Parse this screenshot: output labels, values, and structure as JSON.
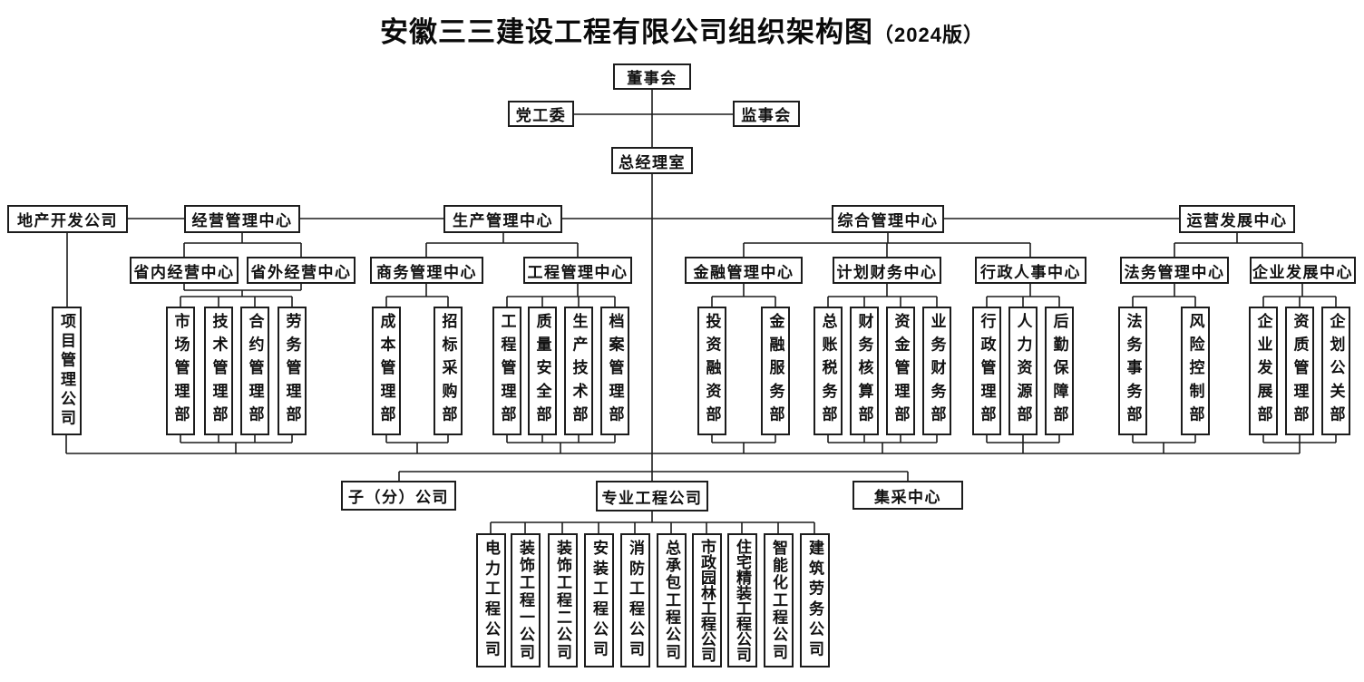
{
  "title": {
    "main": "安徽三三建设工程有限公司组织架构图",
    "edition": "（2024版）"
  },
  "top": {
    "board": "董事会",
    "party_committee": "党工委",
    "supervisory_board": "监事会",
    "gm_office": "总经理室"
  },
  "centers": {
    "real_estate": "地产开发公司",
    "business_mgmt": "经营管理中心",
    "production_mgmt": "生产管理中心",
    "general_mgmt": "综合管理中心",
    "operation_dev": "运营发展中心"
  },
  "subcenters": {
    "provincial": "省内经营中心",
    "out_province": "省外经营中心",
    "commerce": "商务管理中心",
    "engineering": "工程管理中心",
    "finance": "金融管理中心",
    "planning_finance": "计划财务中心",
    "admin_hr": "行政人事中心",
    "legal": "法务管理中心",
    "enterprise_dev": "企业发展中心"
  },
  "departments": {
    "project_company": "项目管理公司",
    "business": [
      "市场管理部",
      "技术管理部",
      "合约管理部",
      "劳务管理部"
    ],
    "commerce": [
      "成本管理部",
      "招标采购部"
    ],
    "engineering": [
      "工程管理部",
      "质量安全部",
      "生产技术部",
      "档案管理部"
    ],
    "finance": [
      "投资融资部",
      "金融服务部"
    ],
    "planning": [
      "总账税务部",
      "财务核算部",
      "资金管理部",
      "业务财务部"
    ],
    "admin": [
      "行政管理部",
      "人力资源部",
      "后勤保障部"
    ],
    "legal": [
      "法务事务部",
      "风险控制部"
    ],
    "enterprise": [
      "企业发展部",
      "资质管理部",
      "企划公关部"
    ]
  },
  "bottom": {
    "subsidiaries": "子（分）公司",
    "professional": "专业工程公司",
    "procurement_center": "集采中心"
  },
  "companies": [
    "电力工程公司",
    "装饰工程一公司",
    "装饰工程二公司",
    "安装工程公司",
    "消防工程公司",
    "总承包工程公司",
    "市政园林工程公司",
    "住宅精装工程公司",
    "智能化工程公司",
    "建筑劳务公司"
  ],
  "colors": {
    "line": "#1c1c1c",
    "text": "#111111",
    "background": "#ffffff"
  }
}
